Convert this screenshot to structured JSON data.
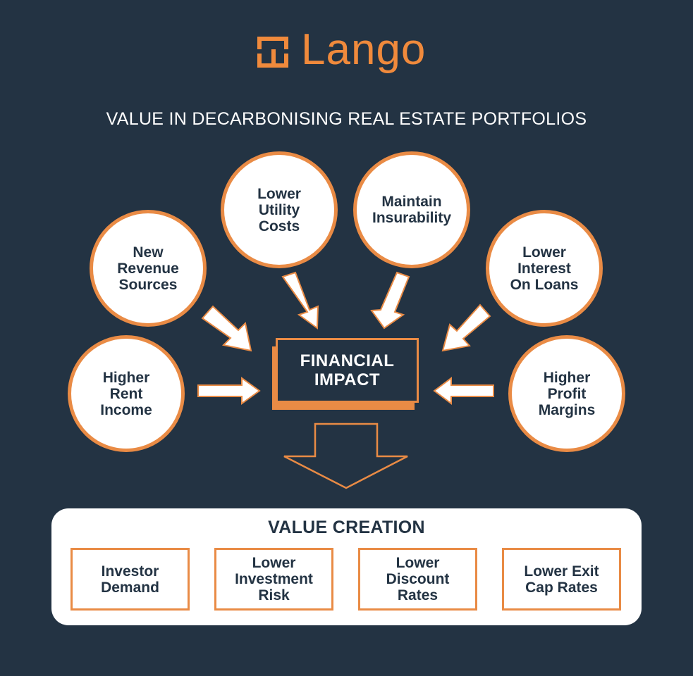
{
  "logo": {
    "text": "Lango"
  },
  "title": "VALUE IN DECARBONISING REAL ESTATE PORTFOLIOS",
  "drivers": [
    {
      "id": "lower-utility-costs",
      "label": "Lower\nUtility\nCosts"
    },
    {
      "id": "maintain-insurability",
      "label": "Maintain\nInsurability"
    },
    {
      "id": "new-revenue-sources",
      "label": "New\nRevenue\nSources"
    },
    {
      "id": "lower-interest-on-loans",
      "label": "Lower\nInterest\nOn Loans"
    },
    {
      "id": "higher-rent-income",
      "label": "Higher\nRent\nIncome"
    },
    {
      "id": "higher-profit-margins",
      "label": "Higher\nProfit\nMargins"
    }
  ],
  "center": {
    "label": "FINANCIAL\nIMPACT"
  },
  "value_creation": {
    "title": "VALUE CREATION",
    "items": [
      {
        "label": "Investor\nDemand"
      },
      {
        "label": "Lower\nInvestment\nRisk"
      },
      {
        "label": "Lower\nDiscount\nRates"
      },
      {
        "label": "Lower Exit\nCap Rates"
      }
    ]
  },
  "colors": {
    "background": "#233343",
    "accent": "#e98b45",
    "text_dark": "#233343",
    "text_light": "#ffffff"
  }
}
